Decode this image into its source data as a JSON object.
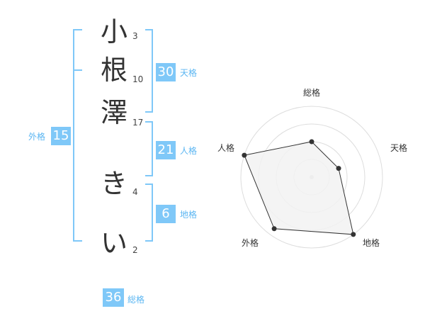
{
  "name_chars": [
    "小",
    "根",
    "澤",
    "き",
    "い"
  ],
  "stroke_counts": [
    "3",
    "10",
    "17",
    "4",
    "2"
  ],
  "tenkaku": {
    "value": "30",
    "label": "天格"
  },
  "jinkaku": {
    "value": "21",
    "label": "人格"
  },
  "chikaku": {
    "value": "6",
    "label": "地格"
  },
  "gaikaku": {
    "value": "15",
    "label": "外格"
  },
  "soukaku": {
    "value": "36",
    "label": "総格"
  },
  "radar": {
    "labels": [
      "総格",
      "天格",
      "地格",
      "外格",
      "人格"
    ],
    "levels": 4,
    "values": [
      0.5,
      0.4,
      1.0,
      0.9,
      1.0
    ],
    "colors": {
      "fill": "#f2f2f2",
      "stroke": "#333333",
      "grid": "#dddddd",
      "bracket": "#7fc8f8"
    }
  }
}
